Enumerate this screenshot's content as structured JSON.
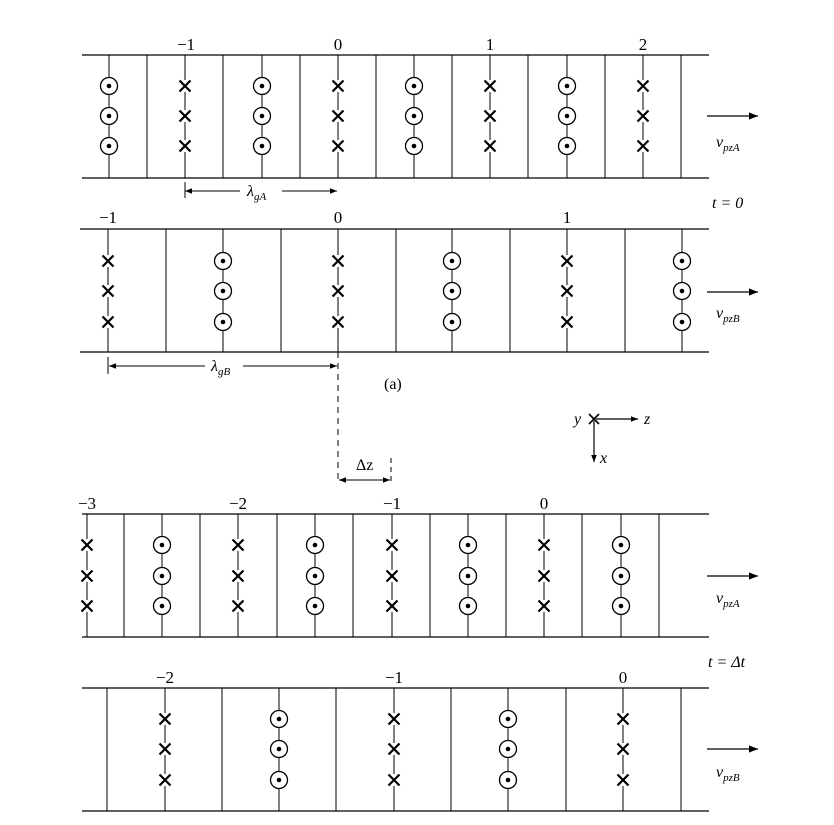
{
  "figure": {
    "part_label": "(a)",
    "time_labels": {
      "first": "t = 0",
      "second": "t = Δt"
    },
    "panels": [
      {
        "id": "A0",
        "tick_labels": [
          "−1",
          "0",
          "1",
          "2"
        ],
        "velocity_label": {
          "main": "v",
          "sub": "pzA"
        },
        "columns": [
          "dot",
          "cross",
          "dot",
          "cross",
          "dot",
          "cross",
          "dot",
          "cross"
        ],
        "wavelength_label": {
          "main": "λ",
          "sub": "gA"
        }
      },
      {
        "id": "B0",
        "tick_labels": [
          "−1",
          "0",
          "1"
        ],
        "velocity_label": {
          "main": "v",
          "sub": "pzB"
        },
        "columns": [
          "cross",
          "dot",
          "cross",
          "dot",
          "cross",
          "dot"
        ],
        "wavelength_label": {
          "main": "λ",
          "sub": "gB"
        }
      },
      {
        "id": "A1",
        "tick_labels": [
          "−3",
          "−2",
          "−1",
          "0"
        ],
        "velocity_label": {
          "main": "v",
          "sub": "pzA"
        },
        "columns": [
          "cross",
          "dot",
          "cross",
          "dot",
          "cross",
          "dot",
          "cross",
          "dot"
        ]
      },
      {
        "id": "B1",
        "tick_labels": [
          "−2",
          "−1",
          "0"
        ],
        "velocity_label": {
          "main": "v",
          "sub": "pzB"
        },
        "columns": [
          "cross",
          "dot",
          "cross",
          "dot",
          "cross"
        ]
      }
    ],
    "shift_label": "Δz",
    "axes": {
      "x": "x",
      "y": "y",
      "z": "z"
    }
  }
}
